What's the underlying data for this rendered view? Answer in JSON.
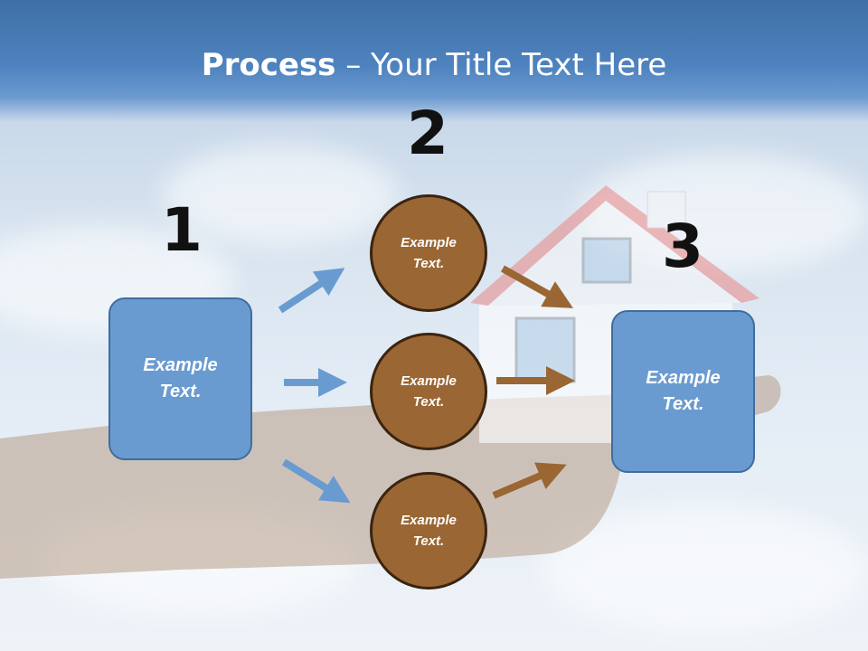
{
  "title": {
    "bold": "Process",
    "rest": " – Your Title Text Here"
  },
  "steps": [
    {
      "number": "1",
      "text_line1": "Example",
      "text_line2": "Text."
    },
    {
      "number": "2"
    },
    {
      "number": "3",
      "text_line1": "Example",
      "text_line2": "Text."
    }
  ],
  "circles": [
    {
      "line1": "Example",
      "line2": "Text."
    },
    {
      "line1": "Example",
      "line2": "Text."
    },
    {
      "line1": "Example",
      "line2": "Text."
    }
  ],
  "colors": {
    "box": "#6a9bd0",
    "circle": "#9a6633",
    "arrow_blue": "#6a9bd0",
    "arrow_brown": "#9a6633"
  }
}
